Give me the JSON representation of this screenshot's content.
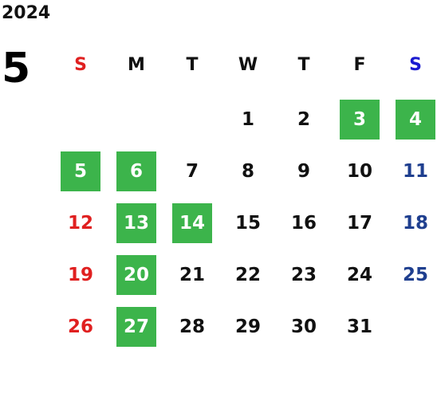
{
  "year": "2024",
  "month": "5",
  "weekdays": [
    "S",
    "M",
    "T",
    "W",
    "T",
    "F",
    "S"
  ],
  "colors": {
    "sunday": "#e02020",
    "saturday": "#1f3f8f",
    "saturday_header": "#1a1ad0",
    "holiday_bg": "#3cb44b"
  },
  "first_weekday": 3,
  "days_in_month": 31,
  "holidays": [
    3,
    4,
    5,
    6,
    13,
    14,
    20,
    27
  ]
}
